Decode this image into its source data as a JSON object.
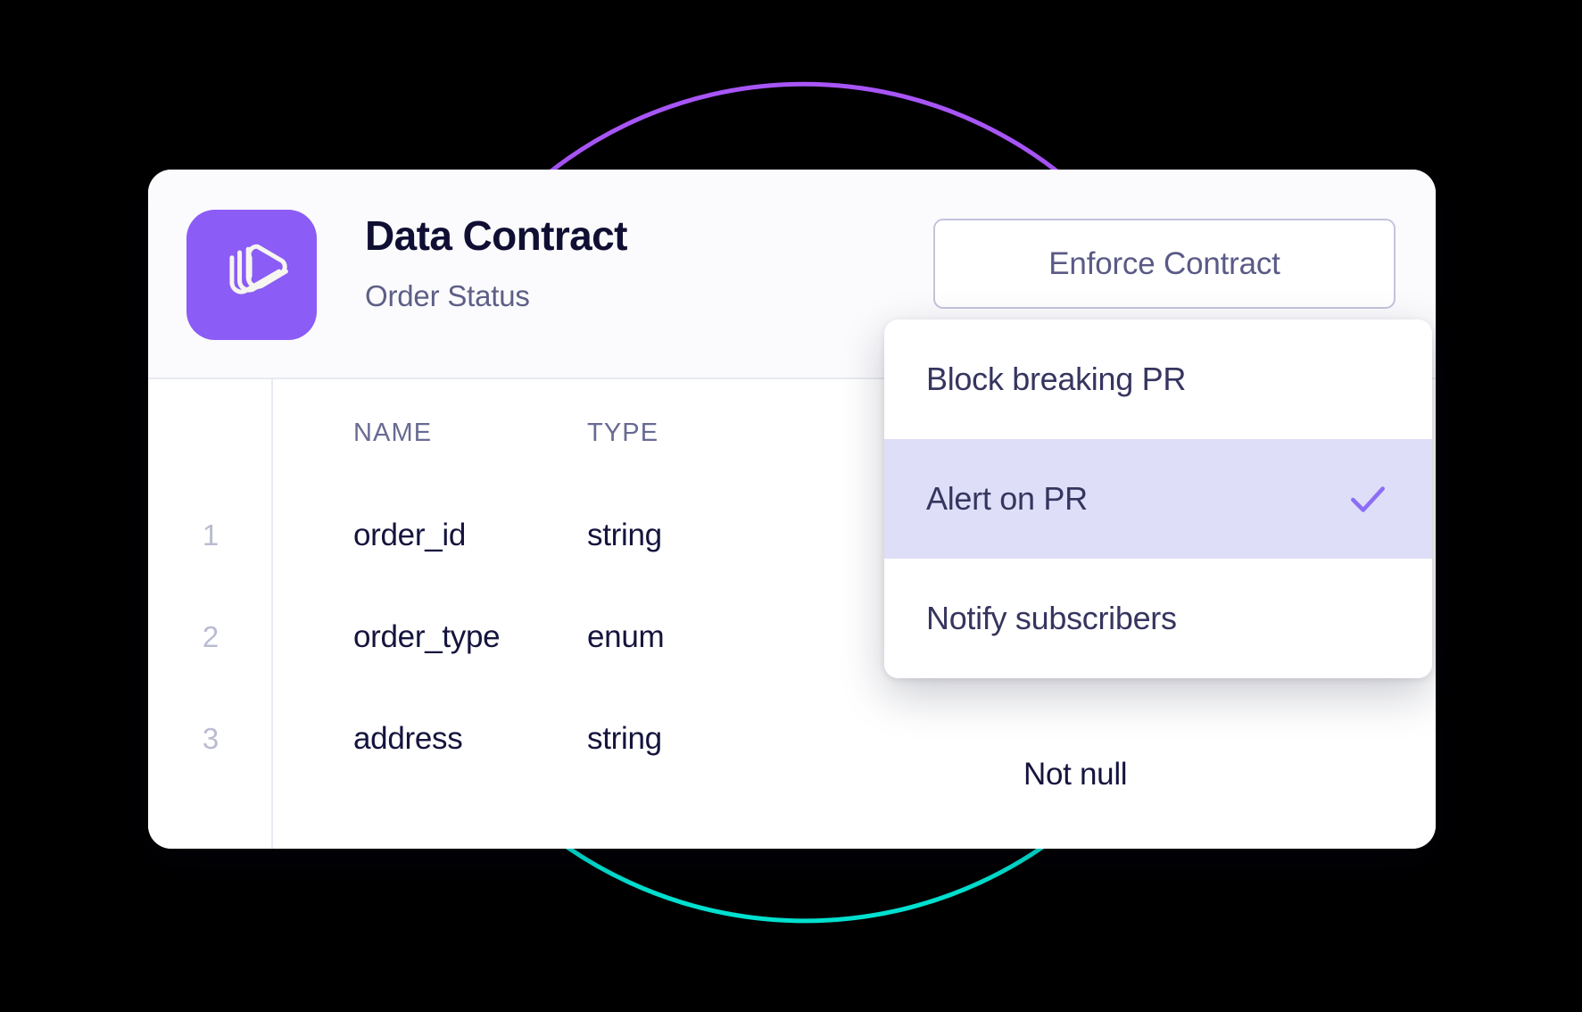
{
  "card": {
    "title": "Data Contract",
    "subtitle": "Order Status",
    "logo_icon": "spiral-contract-logo-icon",
    "logo_bg": "#8B5CF6"
  },
  "actions": {
    "enforce_label": "Enforce Contract"
  },
  "table": {
    "columns": [
      "",
      "NAME",
      "TYPE",
      ""
    ],
    "rows": [
      {
        "index": "1",
        "name": "order_id",
        "type": "string",
        "rule": ""
      },
      {
        "index": "2",
        "name": "order_type",
        "type": "enum",
        "rule": ""
      },
      {
        "index": "3",
        "name": "address",
        "type": "string",
        "rule": "Not null"
      }
    ]
  },
  "dropdown": {
    "items": [
      {
        "label": "Block breaking PR",
        "selected": false
      },
      {
        "label": "Alert on PR",
        "selected": true
      },
      {
        "label": "Notify subscribers",
        "selected": false
      }
    ],
    "check_icon": "check-icon",
    "selected_bg": "#DEDEF8",
    "check_color": "#8B6EF5"
  },
  "decor": {
    "purple_arc_color": "#A855F7",
    "teal_arc_color": "#00E0CF"
  }
}
